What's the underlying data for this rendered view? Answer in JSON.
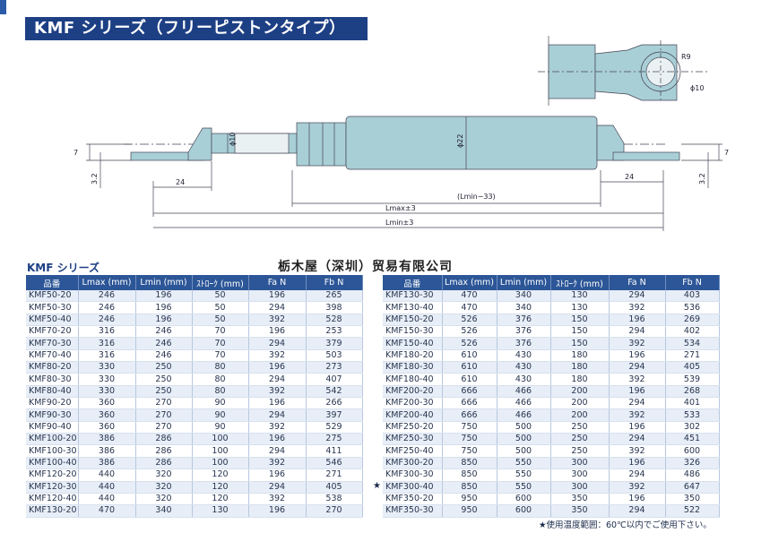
{
  "title": "KMF シリーズ（フリーピストンタイプ）",
  "series_label": "KMF シリーズ",
  "company": "栃木屋（深圳）贸易有限公司",
  "drawing": {
    "r9": "R9",
    "phi10_top": "ϕ10",
    "phi10_rod": "ϕ10",
    "phi22": "ϕ22",
    "dim7_left": "7",
    "dim7_right": "7",
    "dim32_left": "3.2",
    "dim32_right": "3.2",
    "dim24_left": "24",
    "dim24_right": "24",
    "lmin33": "(Lmin−33)",
    "lmax": "Lmax±3",
    "lmin": "Lmin±3"
  },
  "table_headers": [
    "品番",
    "Lmax (mm)",
    "Lmin (mm)",
    "ｽﾄﾛｰｸ (mm)",
    "Fa N",
    "Fb N"
  ],
  "table_left": [
    [
      "KMF50-20",
      "246",
      "196",
      "50",
      "196",
      "265"
    ],
    [
      "KMF50-30",
      "246",
      "196",
      "50",
      "294",
      "398"
    ],
    [
      "KMF50-40",
      "246",
      "196",
      "50",
      "392",
      "528"
    ],
    [
      "KMF70-20",
      "316",
      "246",
      "70",
      "196",
      "253"
    ],
    [
      "KMF70-30",
      "316",
      "246",
      "70",
      "294",
      "379"
    ],
    [
      "KMF70-40",
      "316",
      "246",
      "70",
      "392",
      "503"
    ],
    [
      "KMF80-20",
      "330",
      "250",
      "80",
      "196",
      "273"
    ],
    [
      "KMF80-30",
      "330",
      "250",
      "80",
      "294",
      "407"
    ],
    [
      "KMF80-40",
      "330",
      "250",
      "80",
      "392",
      "542"
    ],
    [
      "KMF90-20",
      "360",
      "270",
      "90",
      "196",
      "266"
    ],
    [
      "KMF90-30",
      "360",
      "270",
      "90",
      "294",
      "397"
    ],
    [
      "KMF90-40",
      "360",
      "270",
      "90",
      "392",
      "529"
    ],
    [
      "KMF100-20",
      "386",
      "286",
      "100",
      "196",
      "275"
    ],
    [
      "KMF100-30",
      "386",
      "286",
      "100",
      "294",
      "411"
    ],
    [
      "KMF100-40",
      "386",
      "286",
      "100",
      "392",
      "546"
    ],
    [
      "KMF120-20",
      "440",
      "320",
      "120",
      "196",
      "271"
    ],
    [
      "KMF120-30",
      "440",
      "320",
      "120",
      "294",
      "405"
    ],
    [
      "KMF120-40",
      "440",
      "320",
      "120",
      "392",
      "538"
    ],
    [
      "KMF130-20",
      "470",
      "340",
      "130",
      "196",
      "270"
    ]
  ],
  "table_right": [
    [
      "KMF130-30",
      "470",
      "340",
      "130",
      "294",
      "403"
    ],
    [
      "KMF130-40",
      "470",
      "340",
      "130",
      "392",
      "536"
    ],
    [
      "KMF150-20",
      "526",
      "376",
      "150",
      "196",
      "269"
    ],
    [
      "KMF150-30",
      "526",
      "376",
      "150",
      "294",
      "402"
    ],
    [
      "KMF150-40",
      "526",
      "376",
      "150",
      "392",
      "534"
    ],
    [
      "KMF180-20",
      "610",
      "430",
      "180",
      "196",
      "271"
    ],
    [
      "KMF180-30",
      "610",
      "430",
      "180",
      "294",
      "405"
    ],
    [
      "KMF180-40",
      "610",
      "430",
      "180",
      "392",
      "539"
    ],
    [
      "KMF200-20",
      "666",
      "466",
      "200",
      "196",
      "268"
    ],
    [
      "KMF200-30",
      "666",
      "466",
      "200",
      "294",
      "401"
    ],
    [
      "KMF200-40",
      "666",
      "466",
      "200",
      "392",
      "533"
    ],
    [
      "KMF250-20",
      "750",
      "500",
      "250",
      "196",
      "302"
    ],
    [
      "KMF250-30",
      "750",
      "500",
      "250",
      "294",
      "451"
    ],
    [
      "KMF250-40",
      "750",
      "500",
      "250",
      "392",
      "600"
    ],
    [
      "KMF300-20",
      "850",
      "550",
      "300",
      "196",
      "326"
    ],
    [
      "KMF300-30",
      "850",
      "550",
      "300",
      "294",
      "486"
    ],
    [
      "KMF300-40",
      "850",
      "550",
      "300",
      "392",
      "647"
    ],
    [
      "KMF350-20",
      "950",
      "600",
      "350",
      "196",
      "350"
    ],
    [
      "KMF350-30",
      "950",
      "600",
      "350",
      "294",
      "522"
    ]
  ],
  "star_mark": "★",
  "footnote": "★使用温度範囲：60℃以内でご使用下さい。",
  "colors": {
    "title_bg": "#1d3f84",
    "header_bg": "#2c5697",
    "body_fill": "#a9cfd6"
  }
}
